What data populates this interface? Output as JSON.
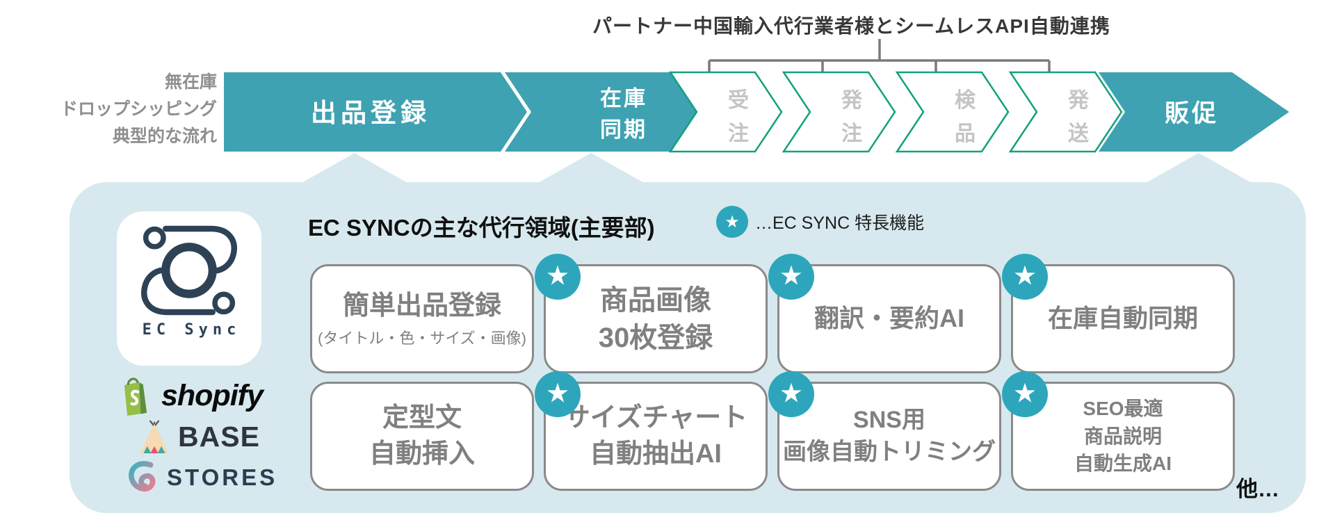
{
  "colors": {
    "teal_fill": "#3ea2b2",
    "teal_badge": "#2da6bc",
    "outline_green": "#12a17e",
    "panel_blue": "#d7e9ee",
    "navy": "#2d4255",
    "shopify_green": "#95bf47",
    "shopify_dark_green": "#5e8e3e",
    "base_peach": "#f7d9b2",
    "stores_teal": "#35b5c1",
    "stores_pink": "#ef7b93"
  },
  "top_annotation": "パートナー中国輸入代行業者様とシームレスAPI自動連携",
  "flow": {
    "side_label_lines": [
      "無在庫",
      "ドロップシッピング",
      "典型的な流れ"
    ],
    "steps": [
      {
        "label": "出品登録",
        "style": "filled",
        "lines": [
          "出品登録"
        ]
      },
      {
        "label": "在庫同期",
        "style": "filled",
        "lines": [
          "在庫",
          "同期"
        ]
      },
      {
        "label": "受注",
        "style": "outlined",
        "lines": [
          "受",
          "注"
        ]
      },
      {
        "label": "発注",
        "style": "outlined",
        "lines": [
          "発",
          "注"
        ]
      },
      {
        "label": "検品",
        "style": "outlined",
        "lines": [
          "検",
          "品"
        ]
      },
      {
        "label": "発送",
        "style": "outlined",
        "lines": [
          "発",
          "送"
        ]
      },
      {
        "label": "販促",
        "style": "filled",
        "lines": [
          "販促"
        ]
      }
    ]
  },
  "panel": {
    "heading": "EC SYNCの主な代行領域(主要部)",
    "legend_star": "★",
    "legend_text": "…EC SYNC 特長機能",
    "brand_name": "EC Sync",
    "platforms": [
      {
        "name": "shopify"
      },
      {
        "name": "BASE"
      },
      {
        "name": "STORES"
      }
    ],
    "features": [
      {
        "starred": false,
        "lines": [
          "簡単出品登録"
        ],
        "sub": "(タイトル・色・サイズ・画像)"
      },
      {
        "starred": true,
        "lines": [
          "商品画像",
          "30枚登録"
        ]
      },
      {
        "starred": true,
        "lines": [
          "翻訳・要約AI"
        ]
      },
      {
        "starred": true,
        "lines": [
          "在庫自動同期"
        ]
      },
      {
        "starred": false,
        "lines": [
          "定型文",
          "自動挿入"
        ]
      },
      {
        "starred": true,
        "lines": [
          "サイズチャート",
          "自動抽出AI"
        ]
      },
      {
        "starred": true,
        "lines": [
          "SNS用",
          "画像自動トリミング"
        ]
      },
      {
        "starred": true,
        "lines": [
          "SEO最適",
          "商品説明",
          "自動生成AI"
        ]
      }
    ],
    "badge_star": "★",
    "more_text": "他…"
  }
}
